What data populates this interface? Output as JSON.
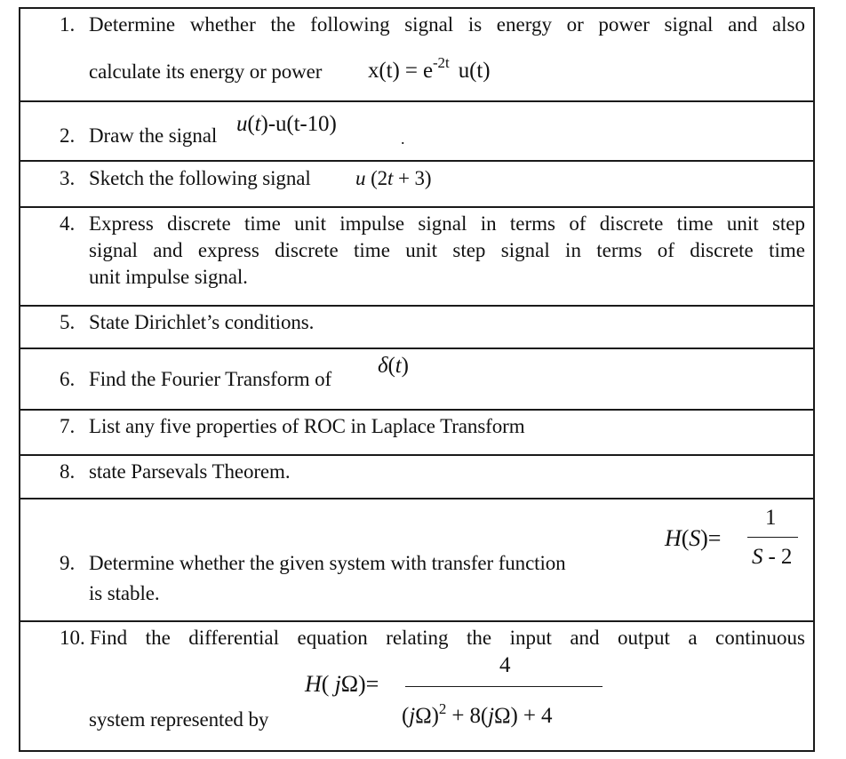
{
  "document": {
    "questions": [
      {
        "number": "1.",
        "line1": "Determine whether the following signal is energy or power signal and also",
        "line2": "calculate its energy or power",
        "formula": {
          "lhs": "x(t) = e",
          "exponent": "-2t",
          "rhs": "u(t)"
        }
      },
      {
        "number": "2.",
        "text": "Draw the signal",
        "formula": {
          "part1": "u",
          "part2": "(",
          "part3": "t",
          "part4": ")",
          "part5": "-u(t-10)"
        },
        "trailing": "."
      },
      {
        "number": "3.",
        "text": "Sketch the following signal",
        "formula": {
          "u": "u",
          "args": "(2",
          "t": "t",
          "rest": "+ 3)"
        }
      },
      {
        "number": "4.",
        "line1": "Express discrete time unit impulse signal in terms of discrete time unit step",
        "line2": "signal and express discrete time unit step signal in terms of discrete time",
        "line3": "unit impulse signal."
      },
      {
        "number": "5.",
        "text": "State Dirichlet’s conditions."
      },
      {
        "number": "6.",
        "text": "Find the Fourier Transform of",
        "formula": {
          "delta": "δ",
          "open": "(",
          "t": "t",
          "close": ")"
        }
      },
      {
        "number": "7.",
        "text": "List any five properties of ROC in Laplace Transform"
      },
      {
        "number": "8.",
        "text": "state Parsevals Theorem."
      },
      {
        "number": "9.",
        "line1": "Determine whether the given system with transfer function",
        "line2": "is stable.",
        "formula": {
          "lhs_H": "H",
          "lhs_open": "(",
          "lhs_S": "S",
          "lhs_close": ")=",
          "numerator": "1",
          "den_S": "S",
          "den_rest": " - 2"
        }
      },
      {
        "number": "10.",
        "line1": "Find the differential equation relating the input and output a continuous",
        "line2": "system represented by",
        "formula": {
          "lhs_H": "H",
          "lhs_open": "( ",
          "lhs_j": "j",
          "lhs_omega": "Ω",
          "lhs_close": ")=",
          "numerator": "4",
          "den_a_open": "(",
          "den_a_j": "j",
          "den_a_omega": "Ω)",
          "den_a_pow": "2",
          "den_b": " + 8(",
          "den_b_j": "j",
          "den_b_omega": "Ω) + 4"
        }
      }
    ]
  }
}
